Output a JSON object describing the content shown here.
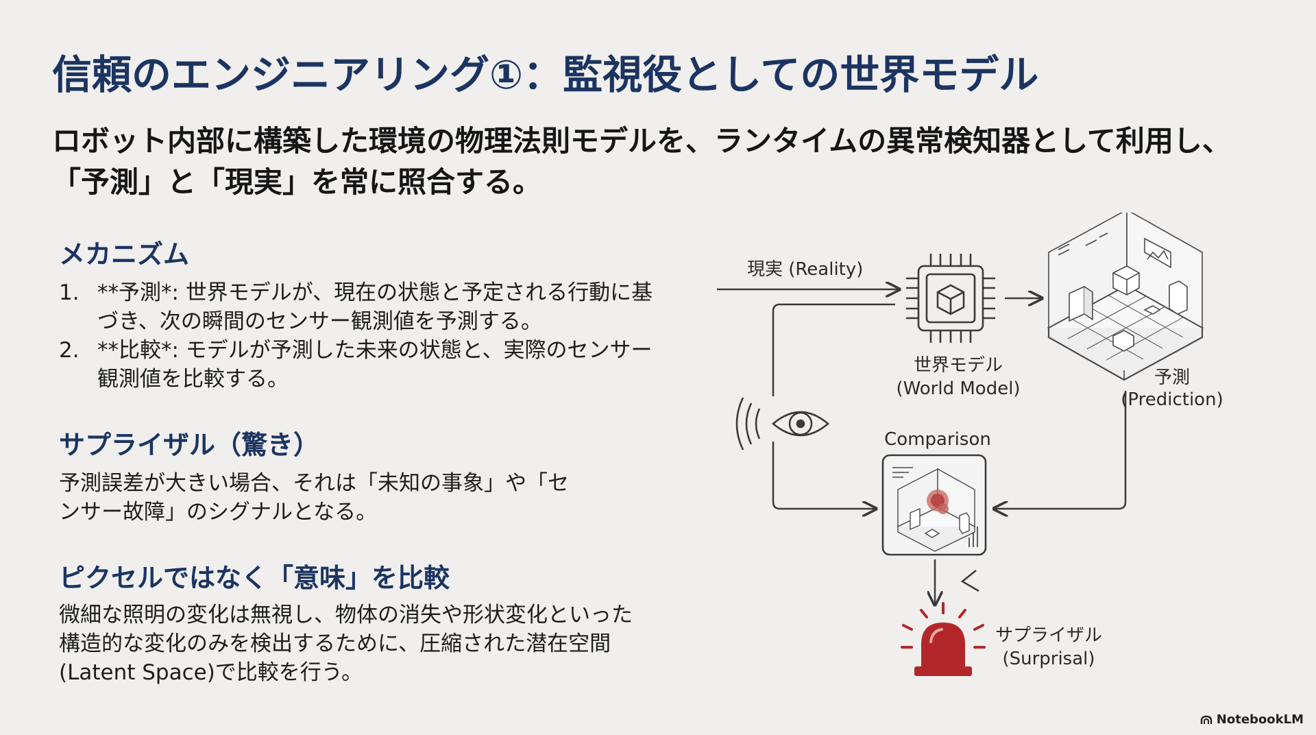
{
  "slide": {
    "title": "信頼のエンジニアリング①：監視役としての世界モデル",
    "subtitle": "ロボット内部に構築した環境の物理法則モデルを、ランタイムの異常検知器として利用し、「予測」と「現実」を常に照合する。"
  },
  "mechanism": {
    "heading": "メカニズム",
    "items": [
      {
        "num": "1.",
        "text": "**予測*: 世界モデルが、現在の状態と予定される行動に基づき、次の瞬間のセンサー観測値を予測する。"
      },
      {
        "num": "2.",
        "text": "**比較*: モデルが予測した未来の状態と、実際のセンサー観測値を比較する。"
      }
    ]
  },
  "surprisal": {
    "heading": "サプライザル（驚き）",
    "text": "予測誤差が大きい場合、それは「未知の事象」や「センサー故障」のシグナルとなる。"
  },
  "semantic": {
    "heading": "ピクセルではなく「意味」を比較",
    "text": "微細な照明の変化は無視し、物体の消失や形状変化といった構造的な変化のみを検出するために、圧縮された潜在空間 (Latent Space)で比較を行う。"
  },
  "diagram": {
    "reality_label": "現実 (Reality)",
    "world_model_label_ja": "世界モデル",
    "world_model_label_en": "(World Model)",
    "prediction_label_ja": "予測",
    "prediction_label_en": "(Prediction)",
    "comparison_label": "Comparison",
    "surprisal_label_ja": "サプライザル",
    "surprisal_label_en": "(Surprisal)",
    "icons": [
      "chip-cube-icon",
      "eye-sensor-icon",
      "isometric-room-icon",
      "comparison-room-icon",
      "alarm-siren-icon"
    ],
    "colors": {
      "line": "#3a3a3a",
      "siren": "#b3272a",
      "anomaly": "#b84a45"
    }
  },
  "watermark": {
    "text": "NotebookLM"
  }
}
